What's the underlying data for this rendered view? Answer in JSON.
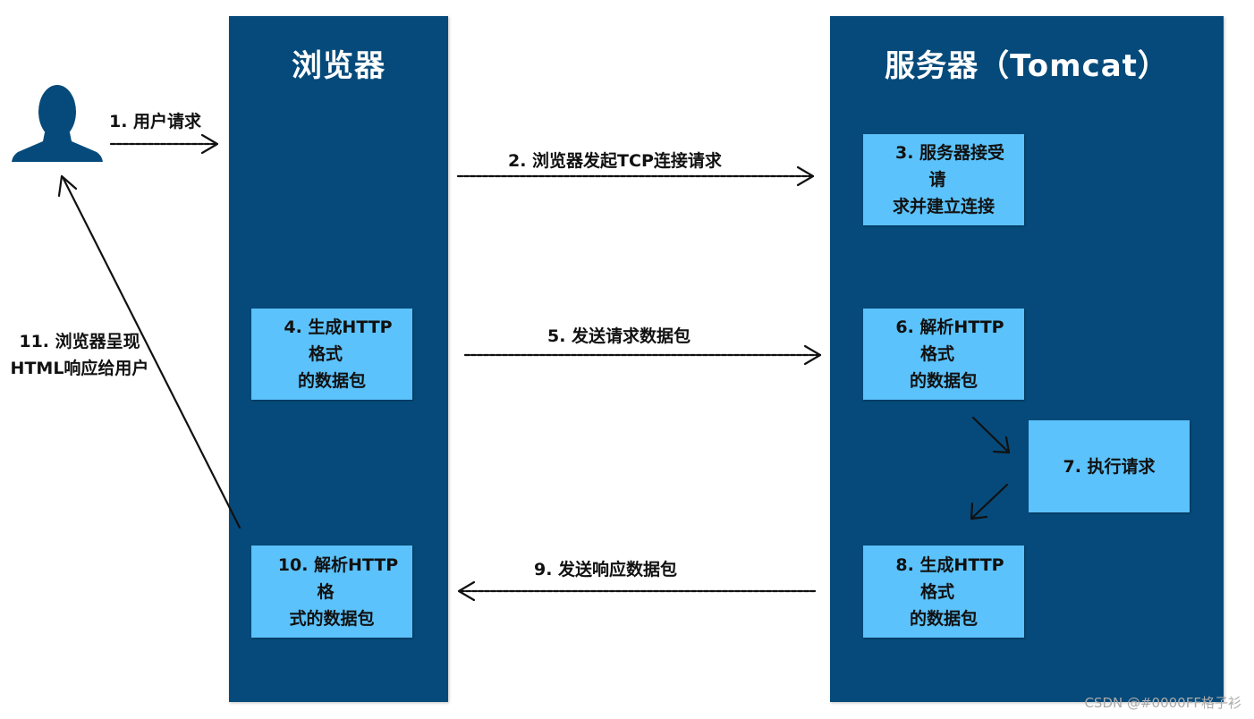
{
  "columns": {
    "browser_title": "浏览器",
    "server_title": "服务器（Tomcat）"
  },
  "steps": {
    "s1": "1. 用户请求",
    "s2": "2. 浏览器发起TCP连接请求",
    "s3_line1": "3. 服务器接受请",
    "s3_line2": "求并建立连接",
    "s4_line1": "4. 生成HTTP格式",
    "s4_line2": "的数据包",
    "s5": "5. 发送请求数据包",
    "s6_line1": "6. 解析HTTP格式",
    "s6_line2": "的数据包",
    "s7": "7. 执行请求",
    "s8_line1": "8. 生成HTTP格式",
    "s8_line2": "的数据包",
    "s9": "9. 发送响应数据包",
    "s10_line1": "10. 解析HTTP格",
    "s10_line2": "式的数据包",
    "s11_line1": "11. 浏览器呈现",
    "s11_line2": "HTML响应给用户"
  },
  "icons": {
    "user": "user-silhouette-icon"
  },
  "colors": {
    "column": "#054a7a",
    "box": "#5bc2fb",
    "arrow": "#111111"
  },
  "watermark": "CSDN @#0000FF格子衫"
}
